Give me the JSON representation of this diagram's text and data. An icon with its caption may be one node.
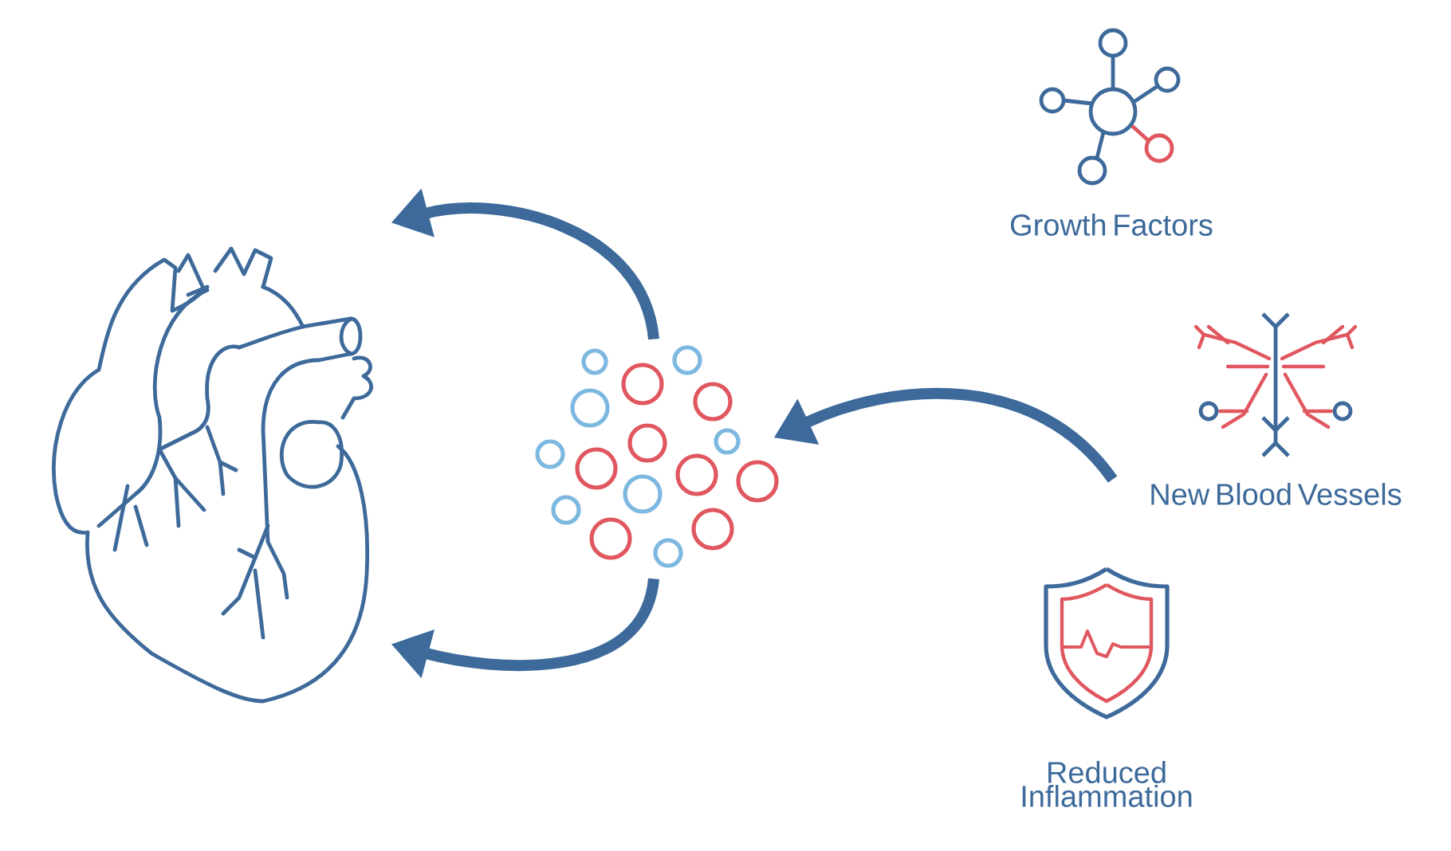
{
  "diagram": {
    "nodes": [
      {
        "text": [],
        "shape": "picture"
      },
      {
        "text": [],
        "shape": "picture"
      },
      {
        "text": [
          "Growth Factors"
        ]
      },
      {
        "text": [
          "New Blood Vessels"
        ]
      },
      {
        "text": [
          "Reduced Inflammation"
        ]
      }
    ],
    "edges": [
      {
        "from": 1,
        "to": 0,
        "arrow": "to"
      },
      {
        "from": 1,
        "to": 0,
        "arrow": "to"
      },
      {
        "from": 3,
        "to": 1,
        "arrow": "to"
      }
    ]
  }
}
